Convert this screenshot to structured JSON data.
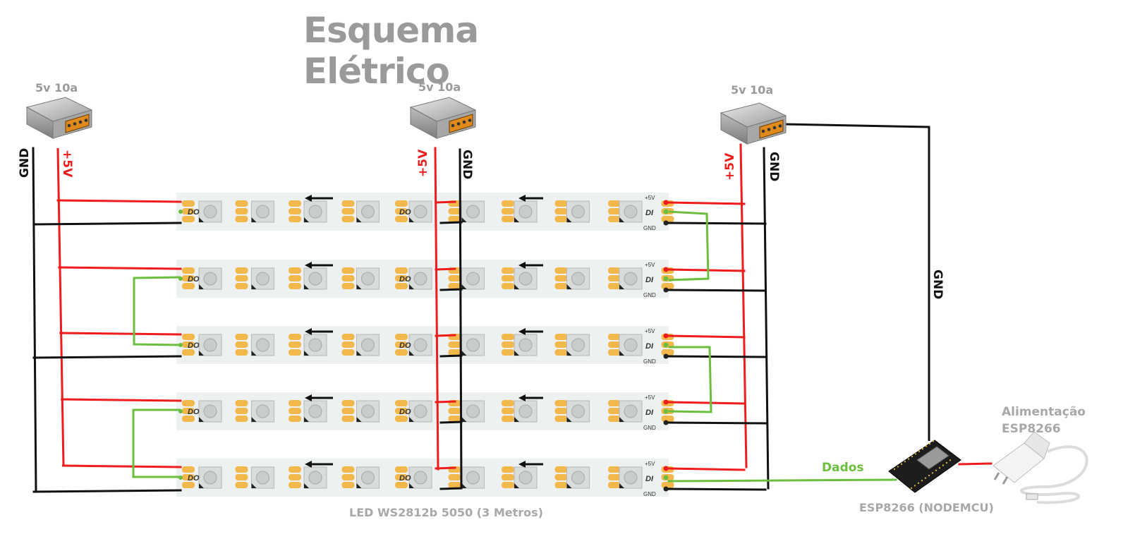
{
  "title": "Esquema Elétrico",
  "power_supplies": [
    {
      "label": "5v 10a"
    },
    {
      "label": "5v 10a"
    },
    {
      "label": "5v 10a"
    }
  ],
  "rails": {
    "gnd_label": "GND",
    "vcc_label": "+5V"
  },
  "strip": {
    "caption": "LED WS2812b 5050 (3 Metros)",
    "rows": 5,
    "pin_vcc": "+5V",
    "pin_di": "DI",
    "pin_do": "DO",
    "pin_gnd": "GND"
  },
  "controller": {
    "caption": "ESP8266 (NODEMCU)",
    "data_label": "Dados"
  },
  "charger": {
    "line1": "Alimentação",
    "line2": "ESP8266"
  },
  "colors": {
    "vcc": "#ee1c1c",
    "gnd": "#111111",
    "data": "#6cbf3e",
    "title": "#9a9a9a",
    "pad": "#f2b84b",
    "strip_bg": "#eef1f1"
  }
}
